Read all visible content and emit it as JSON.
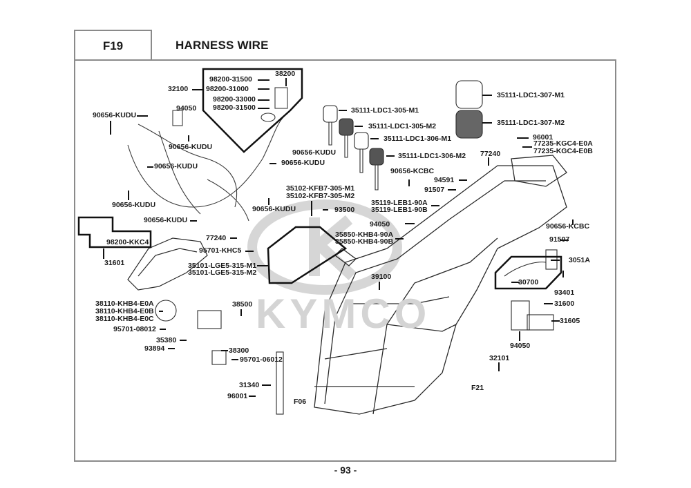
{
  "header": {
    "section_code": "F19",
    "title": "HARNESS WIRE"
  },
  "footer": {
    "page_number": "- 93 -"
  },
  "watermark": {
    "brand": "KYMCO"
  },
  "groups": {
    "harness_detail": {
      "parent": "32100",
      "sub_parts": [
        "98200-31500",
        "98200-31000",
        "98200-33000",
        "98200-31500"
      ],
      "fuse_box": "38200"
    },
    "helmet_box_detail": {
      "parent": "31601",
      "sub_part": "98200-KKC4"
    },
    "ignition_detail": {
      "parts": [
        "35101-LGE5-315-M1",
        "35101-LGE5-315-M2"
      ]
    },
    "ignition_coil_detail": {
      "parts": [
        "3051A",
        "30700"
      ]
    }
  },
  "labels": {
    "p32100": "32100",
    "p98200_31500a": "98200-31500",
    "p98200_31000": "98200-31000",
    "p98200_33000": "98200-33000",
    "p98200_31500b": "98200-31500",
    "p38200": "38200",
    "p94050a": "94050",
    "kudu1": "90656-KUDU",
    "kudu2": "90656-KUDU",
    "kudu3": "90656-KUDU",
    "kudu4": "90656-KUDU",
    "kudu5": "90656-KUDU",
    "kudu6": "90656-KUDU",
    "kudu7": "90656-KUDU",
    "kudu8": "90656-KUDU",
    "p98200_kkc4": "98200-KKC4",
    "p31601": "31601",
    "key305m1": "35111-LDC1-305-M1",
    "key305m2": "35111-LDC1-305-M2",
    "key306m1": "35111-LDC1-306-M1",
    "key306m2": "35111-LDC1-306-M2",
    "key307m1": "35111-LDC1-307-M1",
    "key307m2": "35111-LDC1-307-M2",
    "p96001a": "96001",
    "p77235a": "77235-KGC4-E0A",
    "p77235b": "77235-KGC4-E0B",
    "p77240a": "77240",
    "kcbc1": "90656-KCBC",
    "kcbc2": "90656-KCBC",
    "p94591": "94591",
    "p91507a": "91507",
    "p91507b": "91507",
    "leb1a": "35119-LEB1-90A",
    "leb1b": "35119-LEB1-90B",
    "p94050b": "94050",
    "khb4a": "35850-KHB4-90A",
    "khb4b": "35850-KHB4-90B",
    "kfb7m1": "35102-KFB7-305-M1",
    "kfb7m2": "35102-KFB7-305-M2",
    "p93500": "93500",
    "p77240b": "77240",
    "khc5": "95701-KHC5",
    "lge5m1": "35101-LGE5-315-M1",
    "lge5m2": "35101-LGE5-315-M2",
    "p39100": "39100",
    "p3051a": "3051A",
    "p30700": "30700",
    "p93401": "93401",
    "p31600": "31600",
    "p31605": "31605",
    "p94050c": "94050",
    "p32101": "32101",
    "f21": "F21",
    "horn_a": "38110-KHB4-E0A",
    "horn_b": "38110-KHB4-E0B",
    "horn_c": "38110-KHB4-E0C",
    "p95701_08012": "95701-08012",
    "p38500": "38500",
    "p35380": "35380",
    "p93894": "93894",
    "p38300": "38300",
    "p95701_06012": "95701-06012",
    "p31340": "31340",
    "p96001b": "96001",
    "f06": "F06"
  }
}
